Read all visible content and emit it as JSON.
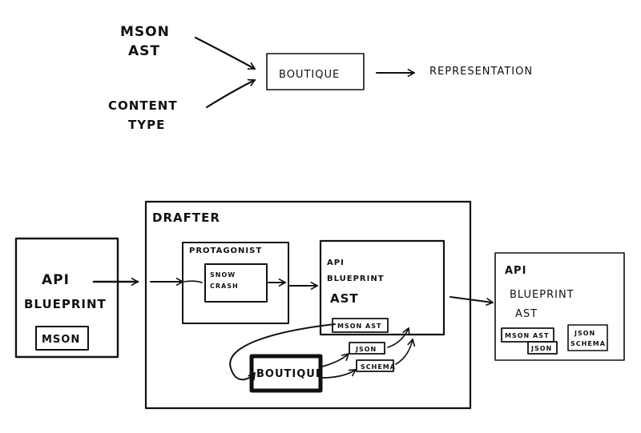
{
  "top": {
    "input_mson": [
      "MSON",
      "AST"
    ],
    "input_content_type": [
      "CONTENT",
      "TYPE"
    ],
    "center_label": "BOUTIQUE",
    "output_label": "REPRESENTATION"
  },
  "bottom": {
    "source": {
      "title": [
        "API",
        "BLUEPRINT"
      ],
      "inner": "MSON"
    },
    "drafter": {
      "label": "DRAFTER",
      "protagonist": {
        "label": "PROTAGONIST",
        "inner": [
          "SNOW",
          "CRASH"
        ]
      },
      "ast": {
        "title": [
          "API",
          "BLUEPRINT",
          "AST"
        ],
        "inner": "MSON AST"
      },
      "boutique": "BOUTIQUE",
      "json_tag": "JSON",
      "schema_tag": "SCHEMA"
    },
    "output": {
      "title": [
        "API",
        "BLUEPRINT",
        "AST"
      ],
      "mson_ast": "MSON AST",
      "json": "JSON",
      "json_schema": [
        "JSON",
        "SCHEMA"
      ]
    }
  },
  "colors": {
    "ink": "#111111",
    "paper": "#ffffff"
  }
}
